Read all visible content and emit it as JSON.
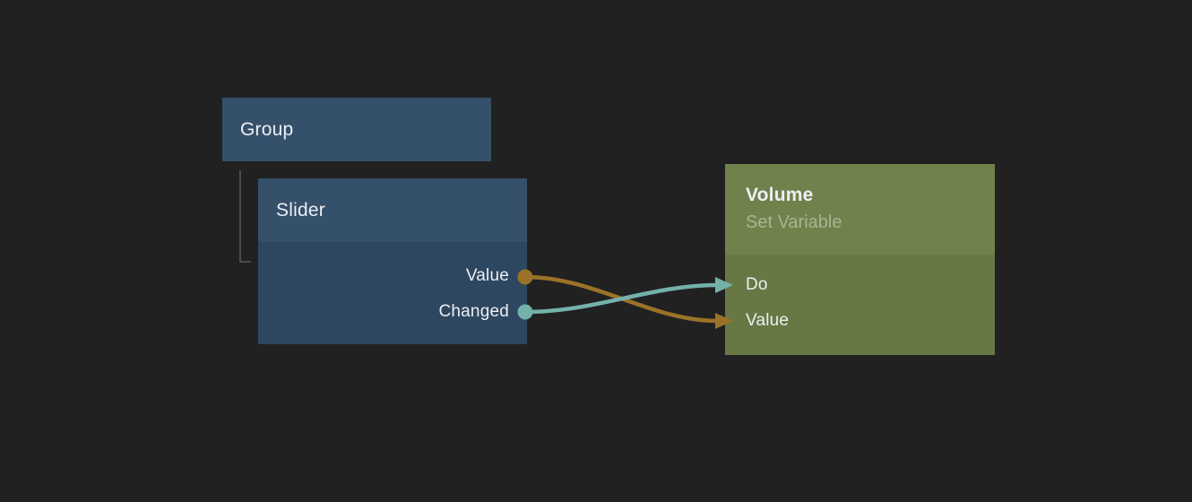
{
  "colors": {
    "background": "#212122",
    "node_blue_header": "#35506b",
    "node_blue_body": "#2e4760",
    "node_green_header": "#71814c",
    "node_green_body": "#687845",
    "wire_orange": "#9b7328",
    "wire_teal": "#75b1ab",
    "title_text": "#eceff3",
    "subtitle_text": "#a9b491",
    "connector_line": "#4c4c4c"
  },
  "nodes": {
    "group": {
      "title": "Group"
    },
    "slider": {
      "title": "Slider",
      "outputs": [
        {
          "label": "Value",
          "pin_color": "#9b7328"
        },
        {
          "label": "Changed",
          "pin_color": "#75b1ab"
        }
      ]
    },
    "volume": {
      "title": "Volume",
      "subtitle": "Set Variable",
      "inputs": [
        {
          "label": "Do"
        },
        {
          "label": "Value"
        }
      ]
    }
  },
  "connections": [
    {
      "from": "Slider.Value",
      "to": "Volume.Value",
      "color": "#9b7328"
    },
    {
      "from": "Slider.Changed",
      "to": "Volume.Do",
      "color": "#75b1ab"
    }
  ]
}
